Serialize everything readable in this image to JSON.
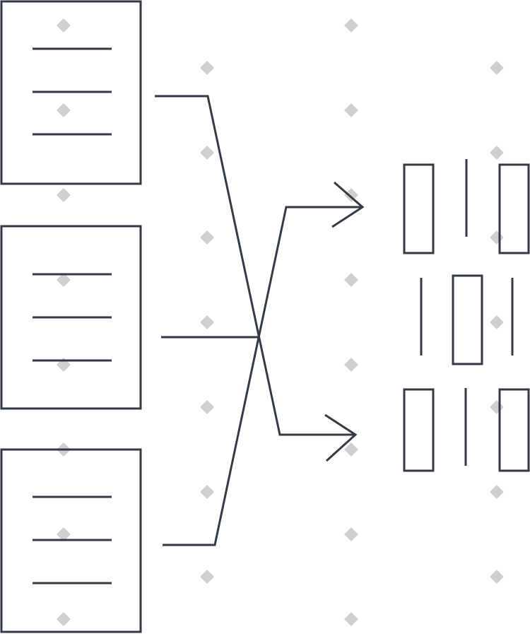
{
  "colors": {
    "stroke": "#343a45",
    "background": "#ffffff",
    "watermark": "#cfcfcf"
  },
  "elements": {
    "source_documents": 3,
    "lines_per_document": 3,
    "output_blocks": 9,
    "arrowheads": 2
  }
}
